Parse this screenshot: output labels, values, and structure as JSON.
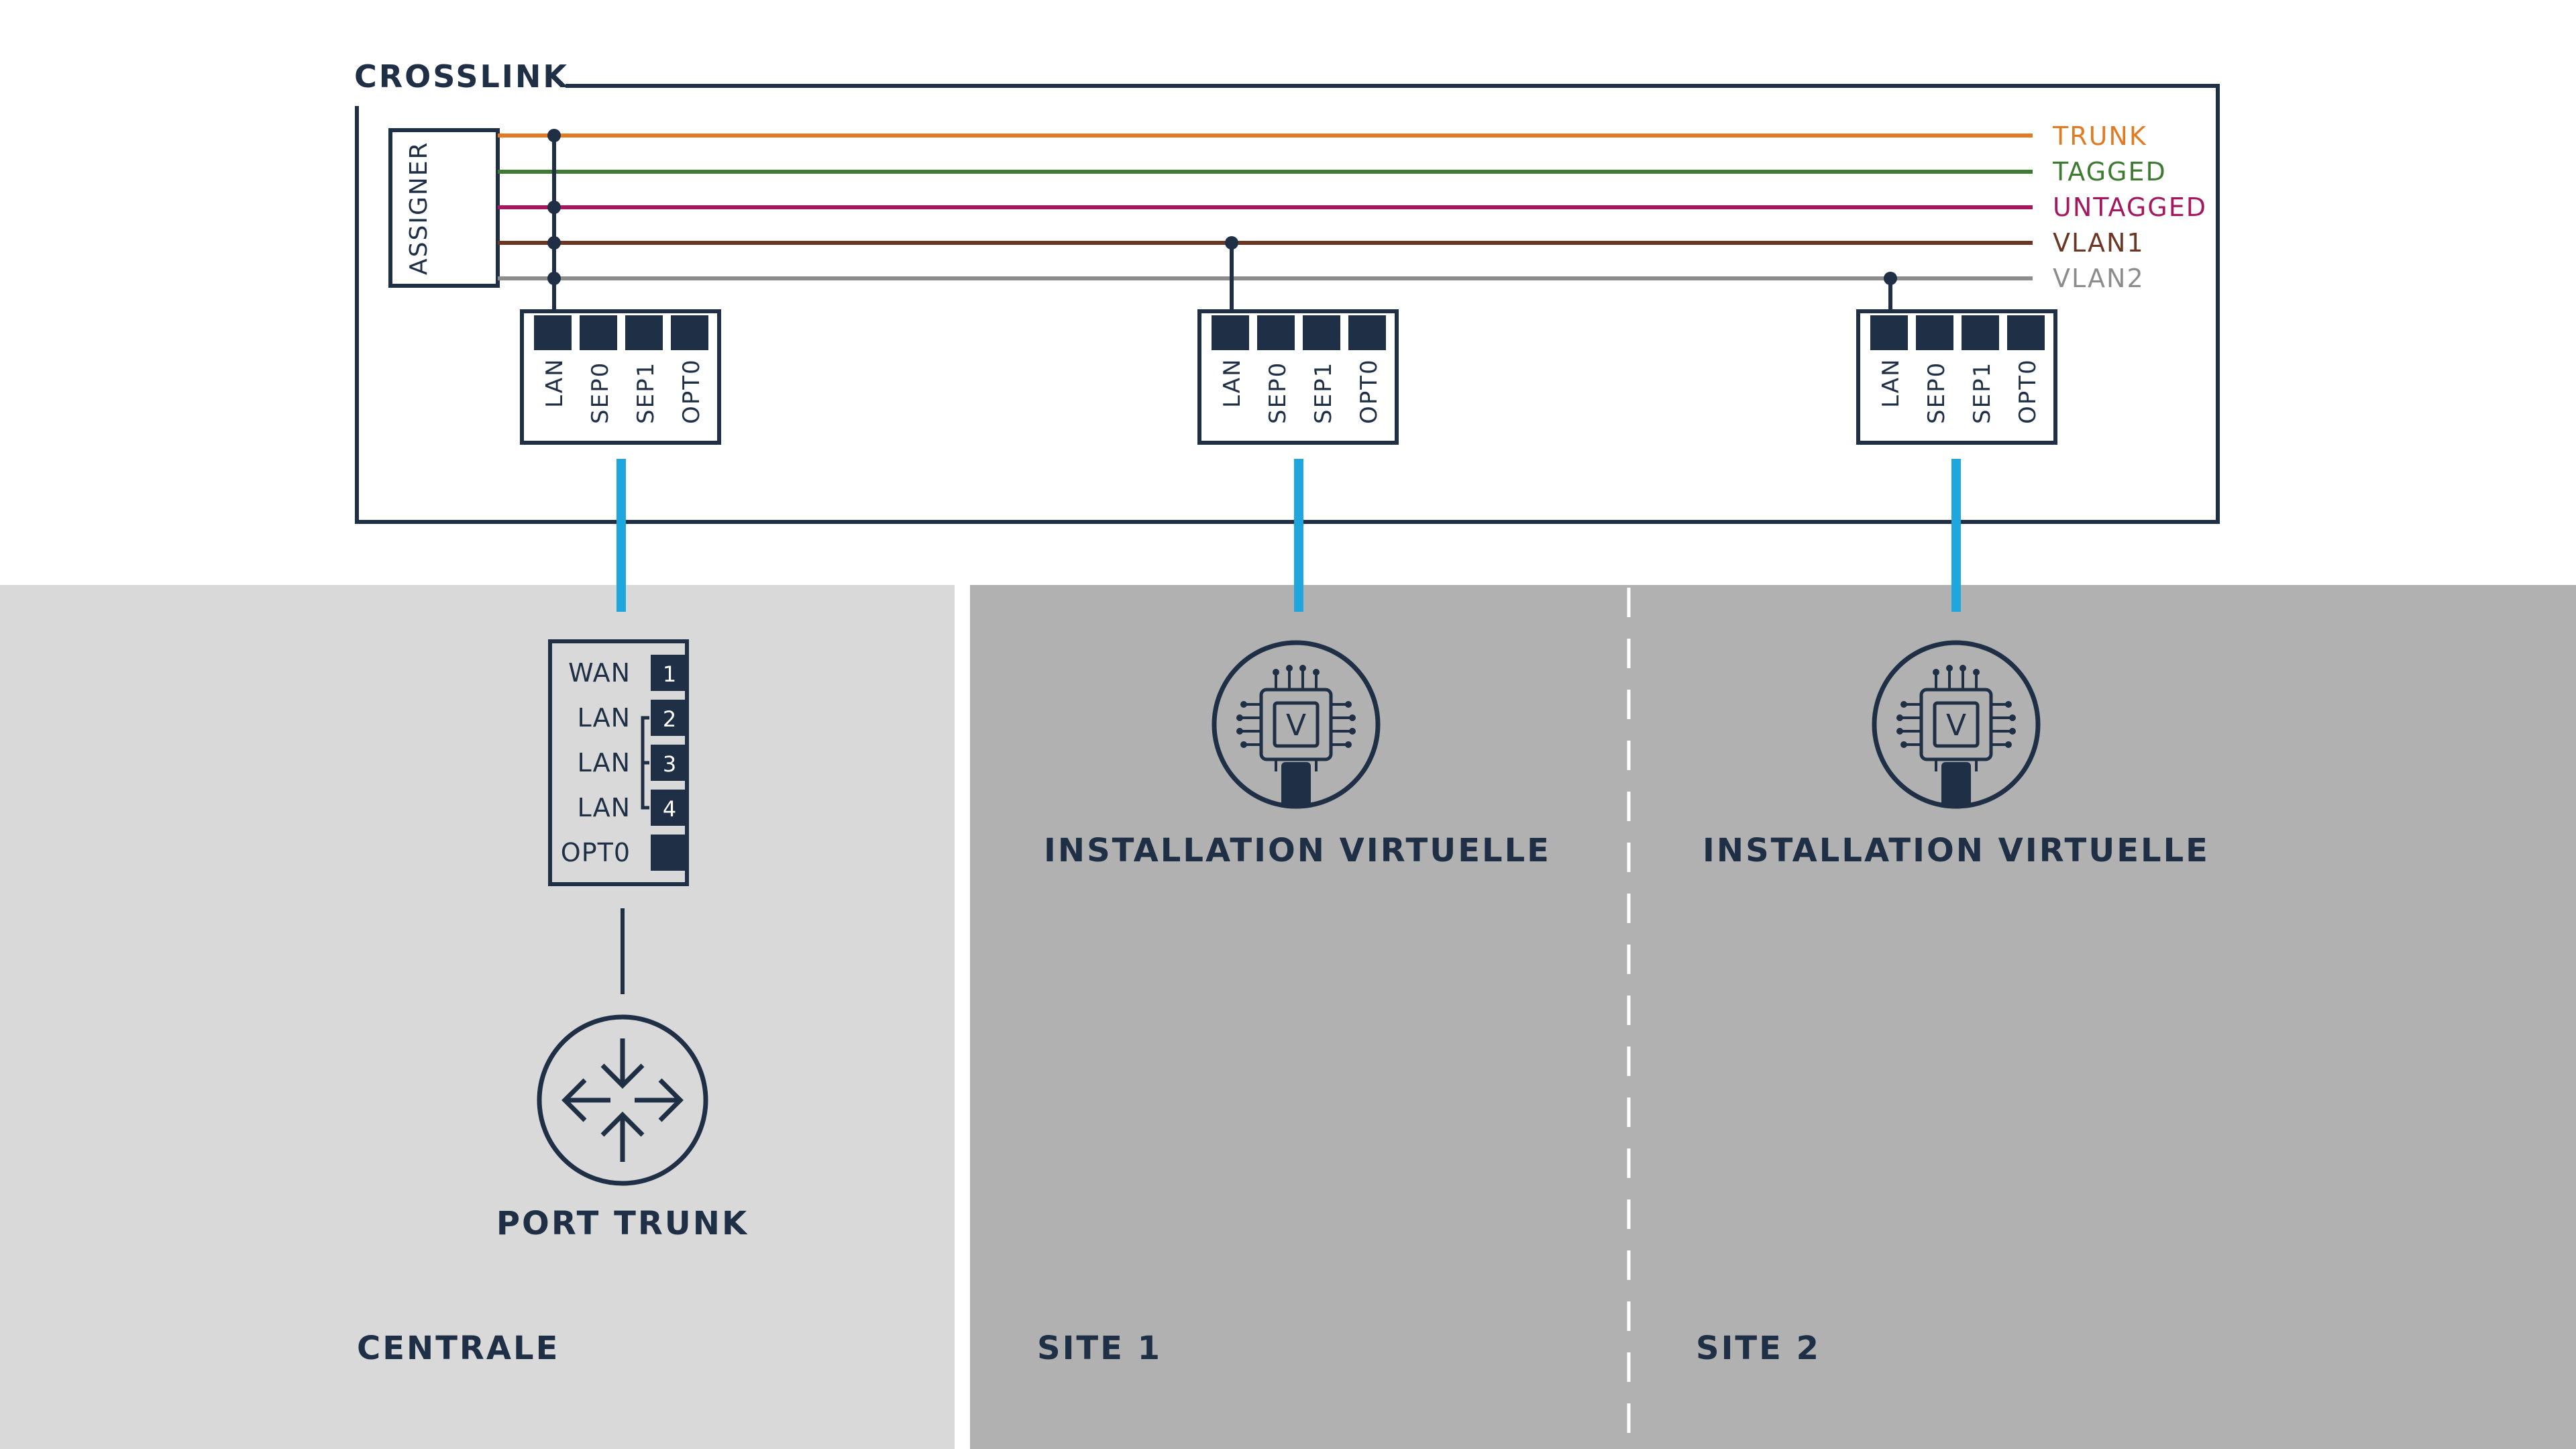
{
  "title": "CROSSLINK",
  "assigner": "ASSIGNER",
  "buses": [
    {
      "label": "TRUNK",
      "color": "#e07b24"
    },
    {
      "label": "TAGGED",
      "color": "#3f7a33"
    },
    {
      "label": "UNTAGGED",
      "color": "#a3185f"
    },
    {
      "label": "VLAN1",
      "color": "#6b3624"
    },
    {
      "label": "VLAN2",
      "color": "#8c8c8c"
    }
  ],
  "switch_ports": [
    "LAN",
    "SEP0",
    "SEP1",
    "OPT0"
  ],
  "device": {
    "ports": [
      {
        "label": "WAN",
        "num": "1"
      },
      {
        "label": "LAN",
        "num": "2"
      },
      {
        "label": "LAN",
        "num": "3"
      },
      {
        "label": "LAN",
        "num": "4"
      },
      {
        "label": "OPT0",
        "num": ""
      }
    ]
  },
  "chip_letter": "V",
  "port_trunk_label": "PORT TRUNK",
  "virtual_label": "INSTALLATION VIRTUELLE",
  "zones": [
    "CENTRALE",
    "SITE 1",
    "SITE 2"
  ],
  "colors": {
    "navy": "#1f2f46",
    "link_blue": "#1fa6dd",
    "zone_light": "#d9d9d9",
    "zone_dark": "#b1b1b1"
  }
}
